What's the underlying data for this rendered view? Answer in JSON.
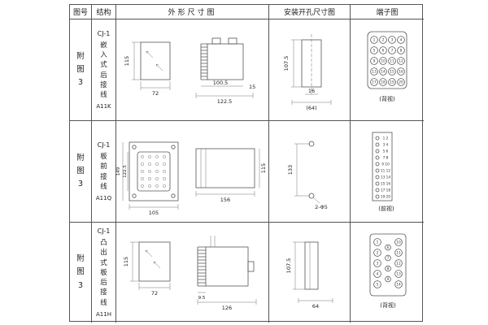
{
  "table": {
    "headers": [
      "图号",
      "结构",
      "外形尺寸图",
      "安装开孔尺寸图",
      "端子图"
    ]
  },
  "rows": [
    {
      "fig": "附图3",
      "model": "CJ-1",
      "desc": "嵌入式后接线",
      "code": "A11K",
      "outline": {
        "h": "115",
        "w": "72",
        "d1": "100.5",
        "d2": "122.5",
        "d3": "15"
      },
      "install": {
        "h": "107.5",
        "w1": "16",
        "w2": "(64)"
      },
      "terminal": {
        "caption": "(背视)",
        "nums": [
          "1",
          "2",
          "3",
          "4",
          "5",
          "6",
          "7",
          "8",
          "9",
          "10",
          "11",
          "12",
          "13",
          "14",
          "15",
          "16",
          "17",
          "18",
          "19",
          "20"
        ]
      }
    },
    {
      "fig": "附图3",
      "model": "CJ-1",
      "desc": "板前接线",
      "code": "A11Q",
      "outline": {
        "h1": "149",
        "h2": "122.5",
        "w": "105",
        "d": "156",
        "h3": "115"
      },
      "install": {
        "h": "133",
        "hole": "2-Φ5"
      },
      "terminal": {
        "caption": "(前视)",
        "rows": [
          "1 2",
          "3 4",
          "5 6",
          "7 8",
          "9 10",
          "11 12",
          "13 14",
          "15 16",
          "17 18",
          "19 20"
        ]
      }
    },
    {
      "fig": "附图3",
      "model": "CJ-1",
      "desc": "凸出式板后接线",
      "code": "A11H",
      "outline": {
        "h": "115",
        "w": "72",
        "d1": "9.5",
        "d2": "126"
      },
      "install": {
        "h": "107.5",
        "w": "64"
      },
      "terminal": {
        "caption": "(背视)",
        "nums": [
          "1",
          "2",
          "3",
          "4",
          "5",
          "6",
          "7",
          "8",
          "9",
          "10",
          "11",
          "12",
          "13",
          "14"
        ]
      }
    }
  ]
}
